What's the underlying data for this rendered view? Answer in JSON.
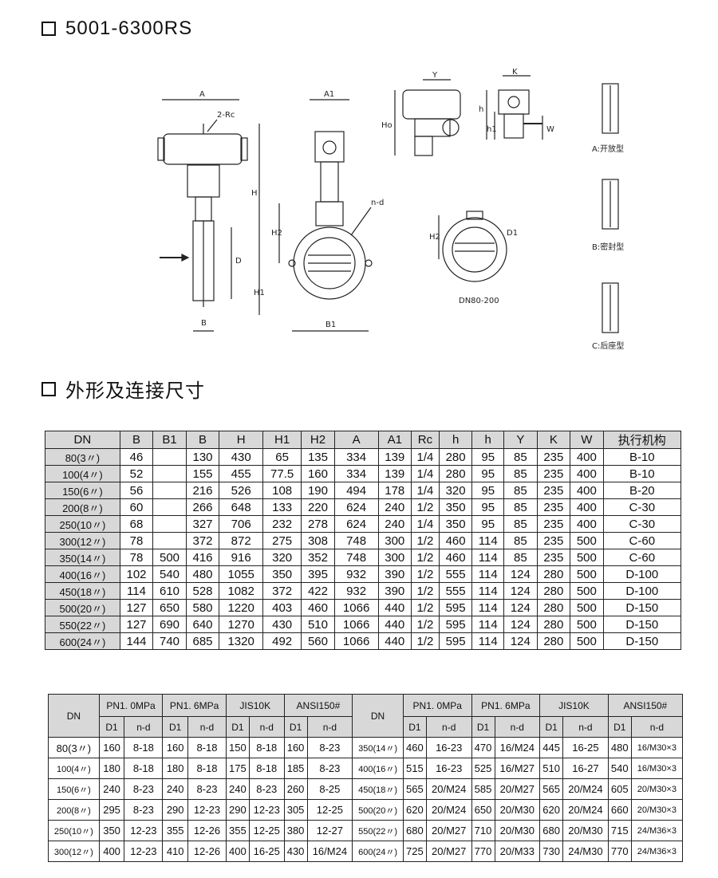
{
  "heading1": "5001-6300RS",
  "heading2": "外形及连接尺寸",
  "drawing": {
    "labels": {
      "A": "A",
      "rc": "2-Rc",
      "D": "D",
      "B": "B",
      "A1": "A1",
      "H": "H",
      "H1": "H1",
      "H2": "H2",
      "B1": "B1",
      "nd": "n-d",
      "Y": "Y",
      "Ho": "Ho",
      "K": "K",
      "h": "h",
      "h1": "h1",
      "W": "W",
      "D1": "D1",
      "dn80": "DN80-200",
      "typeA": "A:开放型",
      "typeB": "B:密封型",
      "typeC": "C:后座型"
    }
  },
  "table1": {
    "headers": [
      "DN",
      "B",
      "B1",
      "B",
      "H",
      "H1",
      "H2",
      "A",
      "A1",
      "Rc",
      "h",
      "h",
      "Y",
      "K",
      "W",
      "执行机构"
    ],
    "rows": [
      [
        "80(3〃)",
        "46",
        "",
        "130",
        "430",
        "65",
        "135",
        "334",
        "139",
        "1/4",
        "280",
        "95",
        "85",
        "235",
        "400",
        "B-10"
      ],
      [
        "100(4〃)",
        "52",
        "",
        "155",
        "455",
        "77.5",
        "160",
        "334",
        "139",
        "1/4",
        "280",
        "95",
        "85",
        "235",
        "400",
        "B-10"
      ],
      [
        "150(6〃)",
        "56",
        "",
        "216",
        "526",
        "108",
        "190",
        "494",
        "178",
        "1/4",
        "320",
        "95",
        "85",
        "235",
        "400",
        "B-20"
      ],
      [
        "200(8〃)",
        "60",
        "",
        "266",
        "648",
        "133",
        "220",
        "624",
        "240",
        "1/2",
        "350",
        "95",
        "85",
        "235",
        "400",
        "C-30"
      ],
      [
        "250(10〃)",
        "68",
        "",
        "327",
        "706",
        "232",
        "278",
        "624",
        "240",
        "1/4",
        "350",
        "95",
        "85",
        "235",
        "400",
        "C-30"
      ],
      [
        "300(12〃)",
        "78",
        "",
        "372",
        "872",
        "275",
        "308",
        "748",
        "300",
        "1/2",
        "460",
        "114",
        "85",
        "235",
        "500",
        "C-60"
      ],
      [
        "350(14〃)",
        "78",
        "500",
        "416",
        "916",
        "320",
        "352",
        "748",
        "300",
        "1/2",
        "460",
        "114",
        "85",
        "235",
        "500",
        "C-60"
      ],
      [
        "400(16〃)",
        "102",
        "540",
        "480",
        "1055",
        "350",
        "395",
        "932",
        "390",
        "1/2",
        "555",
        "114",
        "124",
        "280",
        "500",
        "D-100"
      ],
      [
        "450(18〃)",
        "114",
        "610",
        "528",
        "1082",
        "372",
        "422",
        "932",
        "390",
        "1/2",
        "555",
        "114",
        "124",
        "280",
        "500",
        "D-100"
      ],
      [
        "500(20〃)",
        "127",
        "650",
        "580",
        "1220",
        "403",
        "460",
        "1066",
        "440",
        "1/2",
        "595",
        "114",
        "124",
        "280",
        "500",
        "D-150"
      ],
      [
        "550(22〃)",
        "127",
        "690",
        "640",
        "1270",
        "430",
        "510",
        "1066",
        "440",
        "1/2",
        "595",
        "114",
        "124",
        "280",
        "500",
        "D-150"
      ],
      [
        "600(24〃)",
        "144",
        "740",
        "685",
        "1320",
        "492",
        "560",
        "1066",
        "440",
        "1/2",
        "595",
        "114",
        "124",
        "280",
        "500",
        "D-150"
      ]
    ]
  },
  "table2": {
    "dn_label": "DN",
    "groups": [
      "PN1. 0MPa",
      "PN1. 6MPa",
      "JIS10K",
      "ANSI150#"
    ],
    "sub": [
      "D1",
      "n-d"
    ],
    "left": [
      [
        "80(3〃)",
        "160",
        "8-18",
        "160",
        "8-18",
        "150",
        "8-18",
        "160",
        "8-23"
      ],
      [
        "100(4〃)",
        "180",
        "8-18",
        "180",
        "8-18",
        "175",
        "8-18",
        "185",
        "8-23"
      ],
      [
        "150(6〃)",
        "240",
        "8-23",
        "240",
        "8-23",
        "240",
        "8-23",
        "260",
        "8-25"
      ],
      [
        "200(8〃)",
        "295",
        "8-23",
        "290",
        "12-23",
        "290",
        "12-23",
        "305",
        "12-25"
      ],
      [
        "250(10〃)",
        "350",
        "12-23",
        "355",
        "12-26",
        "355",
        "12-25",
        "380",
        "12-27"
      ],
      [
        "300(12〃)",
        "400",
        "12-23",
        "410",
        "12-26",
        "400",
        "16-25",
        "430",
        "16/M24"
      ]
    ],
    "right": [
      [
        "350(14〃)",
        "460",
        "16-23",
        "470",
        "16/M24",
        "445",
        "16-25",
        "480",
        "16/M30×3"
      ],
      [
        "400(16〃)",
        "515",
        "16-23",
        "525",
        "16/M27",
        "510",
        "16-27",
        "540",
        "16/M30×3"
      ],
      [
        "450(18〃)",
        "565",
        "20/M24",
        "585",
        "20/M27",
        "565",
        "20/M24",
        "605",
        "20/M30×3"
      ],
      [
        "500(20〃)",
        "620",
        "20/M24",
        "650",
        "20/M30",
        "620",
        "20/M24",
        "660",
        "20/M30×3"
      ],
      [
        "550(22〃)",
        "680",
        "20/M27",
        "710",
        "20/M30",
        "680",
        "20/M30",
        "715",
        "24/M36×3"
      ],
      [
        "600(24〃)",
        "725",
        "20/M27",
        "770",
        "20/M33",
        "730",
        "24/M30",
        "770",
        "24/M36×3"
      ]
    ]
  }
}
